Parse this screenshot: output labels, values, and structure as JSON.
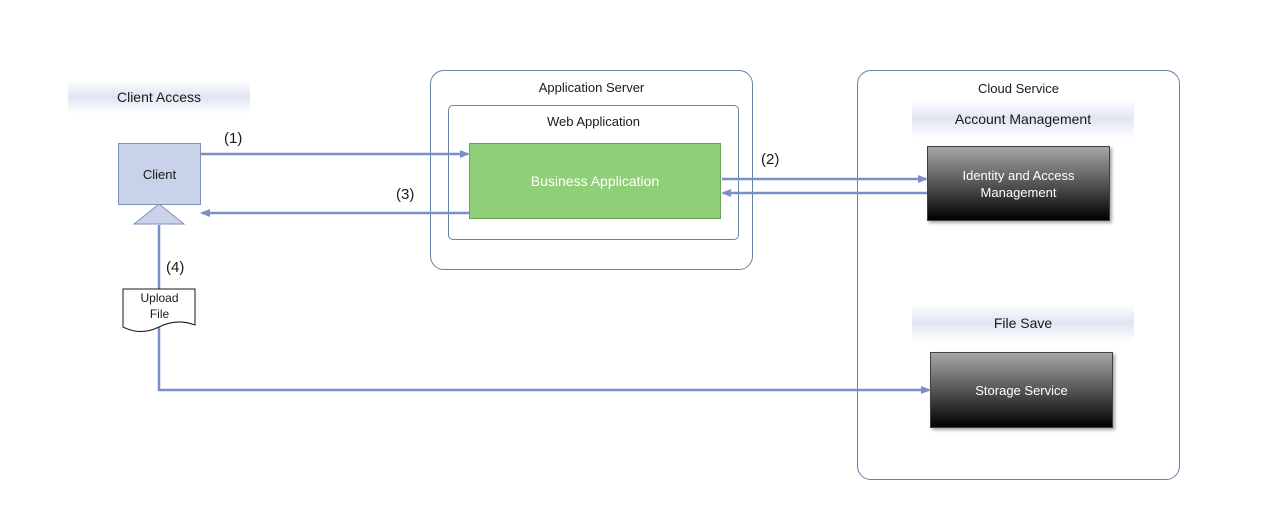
{
  "client_access": {
    "label": "Client Access"
  },
  "client": {
    "label": "Client"
  },
  "upload": {
    "label_line1": "Upload",
    "label_line2": "File"
  },
  "app_server": {
    "label": "Application Server",
    "web_app": {
      "label": "Web Application",
      "business_app": "Business Application"
    }
  },
  "cloud": {
    "label": "Cloud Service",
    "account_management": {
      "label": "Account Management",
      "iam_line1": "Identity and Access",
      "iam_line2": "Management"
    },
    "file_save": {
      "label": "File Save",
      "storage": "Storage Service"
    }
  },
  "steps": {
    "s1": "(1)",
    "s2": "(2)",
    "s3": "(3)",
    "s4": "(4)"
  },
  "colors": {
    "arrow": "#7890c4",
    "container_border": "#6b7fa8",
    "client_fill": "#c8d3ea",
    "business_fill": "#8fcf78"
  }
}
